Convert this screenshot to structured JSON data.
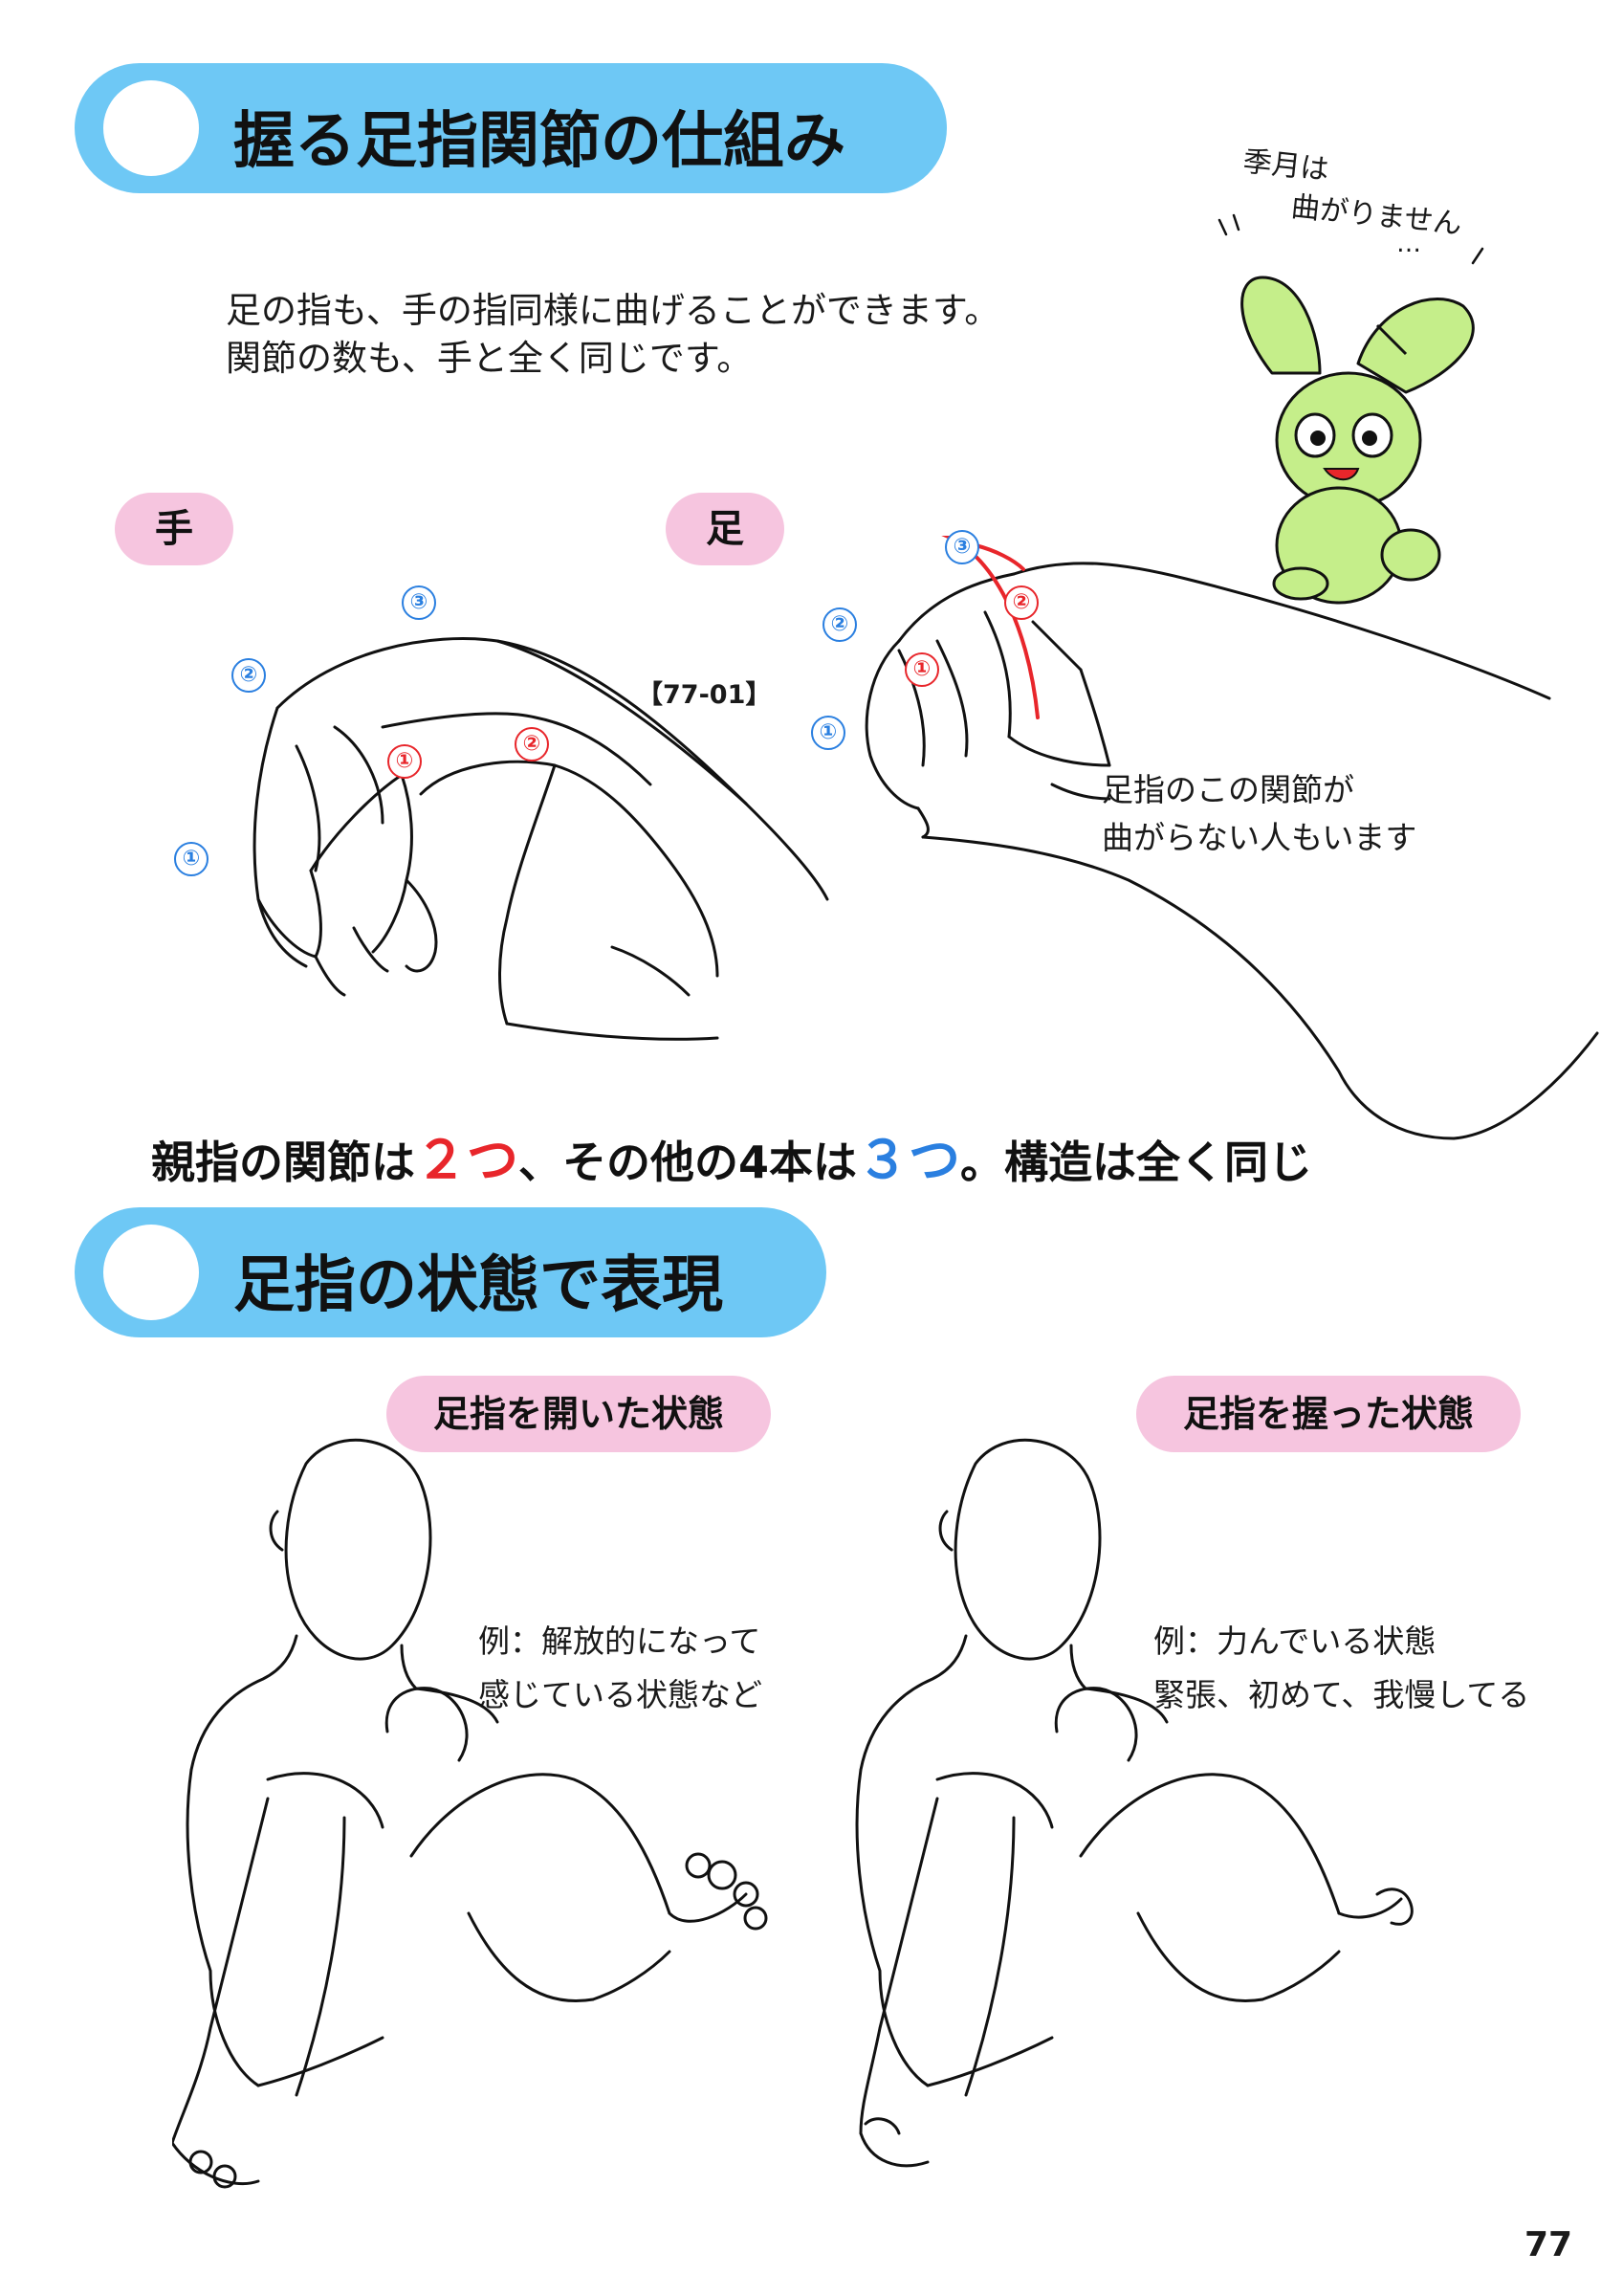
{
  "heading1": {
    "title": "握る足指関節の仕組み"
  },
  "intro": {
    "line1": "足の指も、手の指同様に曲げることができます。",
    "line2": "関節の数も、手と全く同じです。"
  },
  "labels": {
    "hand": "手",
    "foot": "足"
  },
  "figure_code": "【77-01】",
  "hand_markers": {
    "blue": [
      "①",
      "②",
      "③"
    ],
    "red": [
      "①",
      "②"
    ]
  },
  "foot_markers": {
    "blue": [
      "①",
      "②",
      "③"
    ],
    "red": [
      "①",
      "②"
    ]
  },
  "foot_note": {
    "line1": "足指のこの関節が",
    "line2": "曲がらない人もいます"
  },
  "mascot_bubble": {
    "line1": "季月は",
    "line2": "曲がりません",
    "line3": "…"
  },
  "summary": {
    "part1": "親指の関節は",
    "num1": "２つ",
    "part2": "、その他の4本は",
    "num2": "３つ",
    "part3": "。構造は全く同じ"
  },
  "heading2": {
    "title": "足指の状態で表現"
  },
  "open_state": {
    "label": "足指を開いた状態",
    "note1": "例：解放的になって",
    "note2": "感じている状態など"
  },
  "clenched_state": {
    "label": "足指を握った状態",
    "note1": "例：力んでいる状態",
    "note2": "緊張、初めて、我慢してる"
  },
  "page_number": "77",
  "colors": {
    "heading_blue": "#6ec8f5",
    "label_pink": "#f6c5df",
    "marker_red": "#e8262b",
    "marker_blue": "#2a7fe0",
    "mascot_green": "#c5ee8a"
  }
}
